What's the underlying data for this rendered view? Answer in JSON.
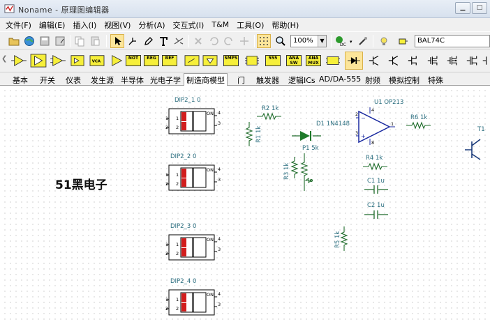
{
  "window": {
    "title": "Noname - 原理图编辑器"
  },
  "menu": [
    "文件(F)",
    "编辑(E)",
    "插入(I)",
    "视图(V)",
    "分析(A)",
    "交互式(I)",
    "T&M",
    "工具(O)",
    "帮助(H)"
  ],
  "toolbar": {
    "zoom": "100%",
    "part_search": "BAL74C",
    "dc_label": "DC"
  },
  "palette": {
    "chips": [
      "NOT",
      "REG",
      "REF",
      "SMPS",
      "555",
      "ANA SW",
      "ANA MUX"
    ]
  },
  "tabs": [
    "基本",
    "开关",
    "仪表",
    "发生源",
    "半导体",
    "光电子学",
    "制造商模型",
    "门",
    "触发器",
    "逻辑ICs",
    "AD/DA-555",
    "射频",
    "模拟控制",
    "特殊"
  ],
  "active_tab": "制造商模型",
  "schematic": {
    "watermark": "51黑电子",
    "dip_switches": [
      {
        "label": "DIP2_1 0"
      },
      {
        "label": "DIP2_2 0"
      },
      {
        "label": "DIP2_3 0"
      },
      {
        "label": "DIP2_4 0"
      }
    ],
    "dip_on": "ON",
    "dip_pins": [
      "1",
      "2",
      "3",
      "4"
    ],
    "components": {
      "r1": "R1 1k",
      "r2": "R2 1k",
      "r3": "R3 1k",
      "r4": "R4 1k",
      "r5": "R5 1k",
      "r6": "R6 1k",
      "d1": "D1 1N4148",
      "p1": "P1 5k",
      "u1": "U1 OP213",
      "c1": "C1 1u",
      "c2": "C2 1u",
      "t1": "T1"
    }
  }
}
